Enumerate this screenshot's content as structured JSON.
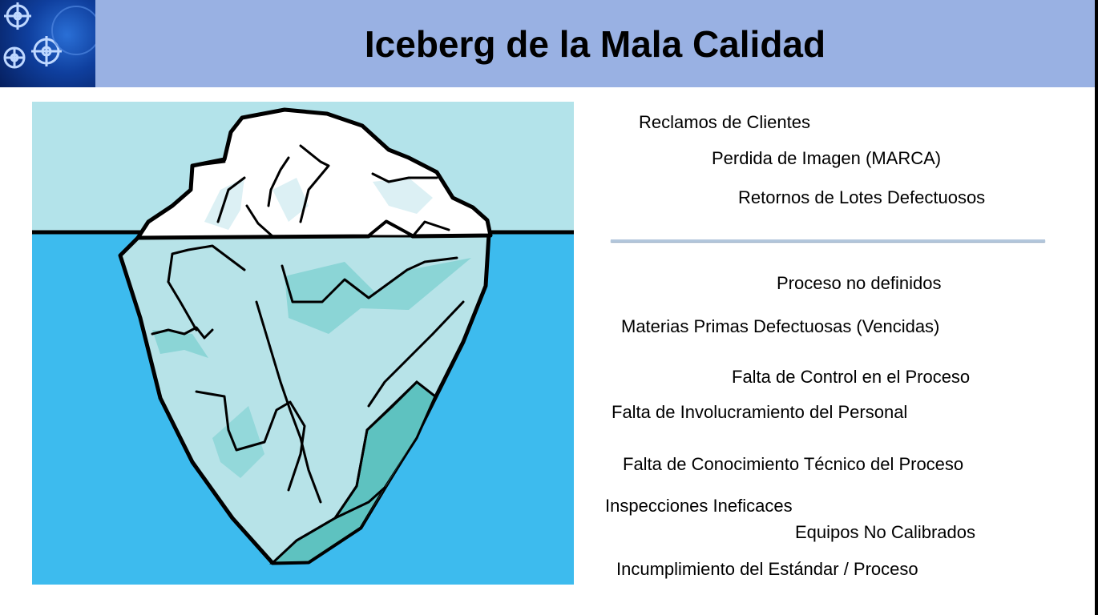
{
  "title": "Iceberg de la Mala Calidad",
  "visible_items": [
    "Reclamos de Clientes",
    "Perdida de Imagen (MARCA)",
    "Retornos de Lotes Defectuosos"
  ],
  "hidden_items": [
    "Proceso no definidos",
    "Materias Primas Defectuosas (Vencidas)",
    "Falta de Control en el Proceso",
    "Falta de Involucramiento del Personal",
    "Falta de Conocimiento Técnico del Proceso",
    "Inspecciones Ineficaces",
    "Equipos No Calibrados",
    "Incumplimiento del Estándar / Proceso"
  ],
  "colors": {
    "header": "#99b1e3",
    "sky": "#b3e3ea",
    "water": "#3dbbee",
    "ice_top": "#ffffff",
    "ice_bottom": "#b7e3e8",
    "ice_shade": "#5ec2c0"
  }
}
